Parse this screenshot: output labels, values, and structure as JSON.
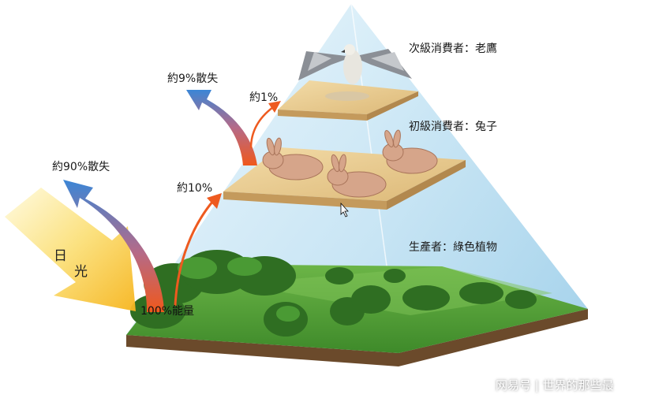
{
  "labels": {
    "secondary_consumer": "次級消費者：老鷹",
    "primary_consumer": "初級消費者：兔子",
    "producer": "生產者：綠色植物",
    "loss_9": "約9%散失",
    "pct_1": "約1%",
    "loss_90": "約90%散失",
    "pct_10": "約10%",
    "energy_100": "100%能量",
    "sun_1": "日",
    "sun_2": "光"
  },
  "watermark": "网易号 | 世界的那些最",
  "colors": {
    "sky_blue": "#bfe3f4",
    "arrow_blue": "#3b86d6",
    "arrow_orange": "#ee5a1f",
    "sun_yellow": "#f7c531",
    "grass_green": "#5ba83a",
    "soil": "#6b4a2b",
    "platform_tan": "#e9cc94"
  }
}
